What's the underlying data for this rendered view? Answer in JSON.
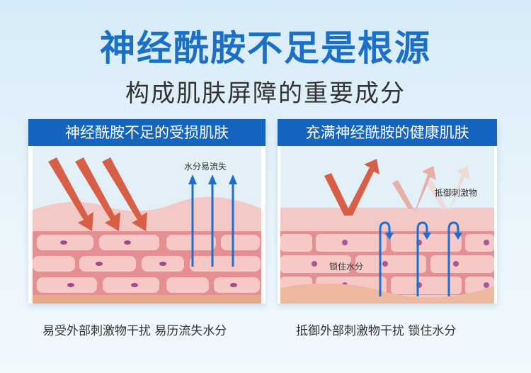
{
  "title": "神经酰胺不足是根源",
  "subtitle": "构成肌肤屏障的重要成分",
  "left_panel": {
    "header": "神经酰胺不足的受损肌肤",
    "label": "水分易流失",
    "caption": "易受外部刺激物干扰 易历流失水分"
  },
  "right_panel": {
    "header": "充满神经酰胺的健康肌肤",
    "label_top": "抵御刺激物",
    "label_mid": "锁住水分",
    "caption": "抵御外部刺激物干扰 锁住水分"
  }
}
